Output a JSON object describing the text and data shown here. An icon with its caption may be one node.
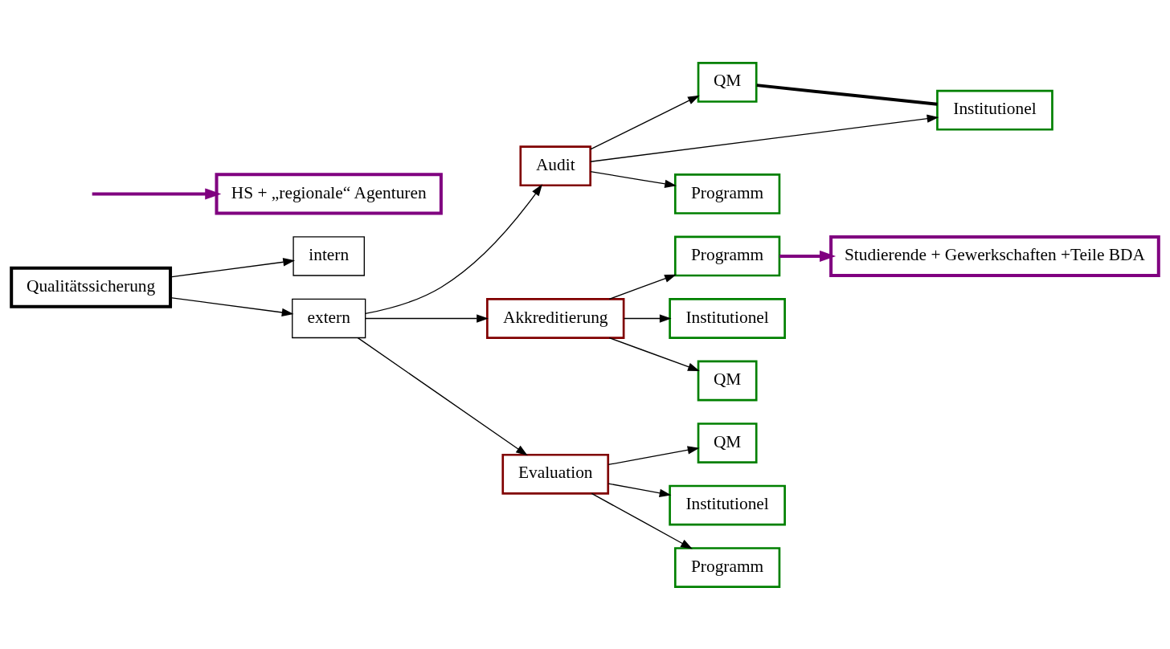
{
  "diagram": {
    "nodes": [
      {
        "text": [
          "Qualitätssicherung"
        ]
      },
      {
        "text": [
          "intern"
        ]
      },
      {
        "text": [
          "extern"
        ]
      },
      {
        "text": [
          "Audit"
        ]
      },
      {
        "text": [
          "Akkreditierung"
        ]
      },
      {
        "text": [
          "Evaluation"
        ]
      },
      {
        "text": [
          "QM"
        ]
      },
      {
        "text": [
          "Institutionel"
        ]
      },
      {
        "text": [
          "Programm"
        ]
      },
      {
        "text": [
          "HS + „regionale“ Agenturen"
        ]
      },
      {
        "text": [
          "Programm"
        ]
      },
      {
        "text": [
          "Institutionel"
        ]
      },
      {
        "text": [
          "QM"
        ]
      },
      {
        "text": [
          "Studierende + Gewerkschaften +Teile BDA"
        ]
      },
      {
        "text": [
          "QM"
        ]
      },
      {
        "text": [
          "Institutionel"
        ]
      },
      {
        "text": [
          "Programm"
        ]
      }
    ],
    "edges": [
      {
        "from": 0,
        "to": 2,
        "arrow": "to"
      },
      {
        "from": 0,
        "to": 1,
        "arrow": "to"
      },
      {
        "from": 2,
        "to": 3,
        "arrow": "to"
      },
      {
        "from": 2,
        "to": 4,
        "arrow": "to"
      },
      {
        "from": 2,
        "to": 5,
        "arrow": "to"
      },
      {
        "from": 3,
        "to": 8,
        "arrow": "to"
      },
      {
        "from": 3,
        "to": 6,
        "arrow": "to"
      },
      {
        "from": 3,
        "to": 7,
        "arrow": "to"
      },
      {
        "from": 6,
        "to": 7,
        "arrow": "none",
        "style": "thick"
      },
      {
        "from": null,
        "to": 9,
        "arrow": "to",
        "style": "thick",
        "color": "#800080"
      },
      {
        "from": 4,
        "to": 10,
        "arrow": "to"
      },
      {
        "from": 4,
        "to": 11,
        "arrow": "to"
      },
      {
        "from": 4,
        "to": 12,
        "arrow": "to"
      },
      {
        "from": 10,
        "to": 13,
        "arrow": "to",
        "style": "thick",
        "color": "#800080"
      },
      {
        "from": 5,
        "to": 14,
        "arrow": "to"
      },
      {
        "from": 5,
        "to": 15,
        "arrow": "to"
      },
      {
        "from": 5,
        "to": 16,
        "arrow": "to"
      }
    ]
  }
}
